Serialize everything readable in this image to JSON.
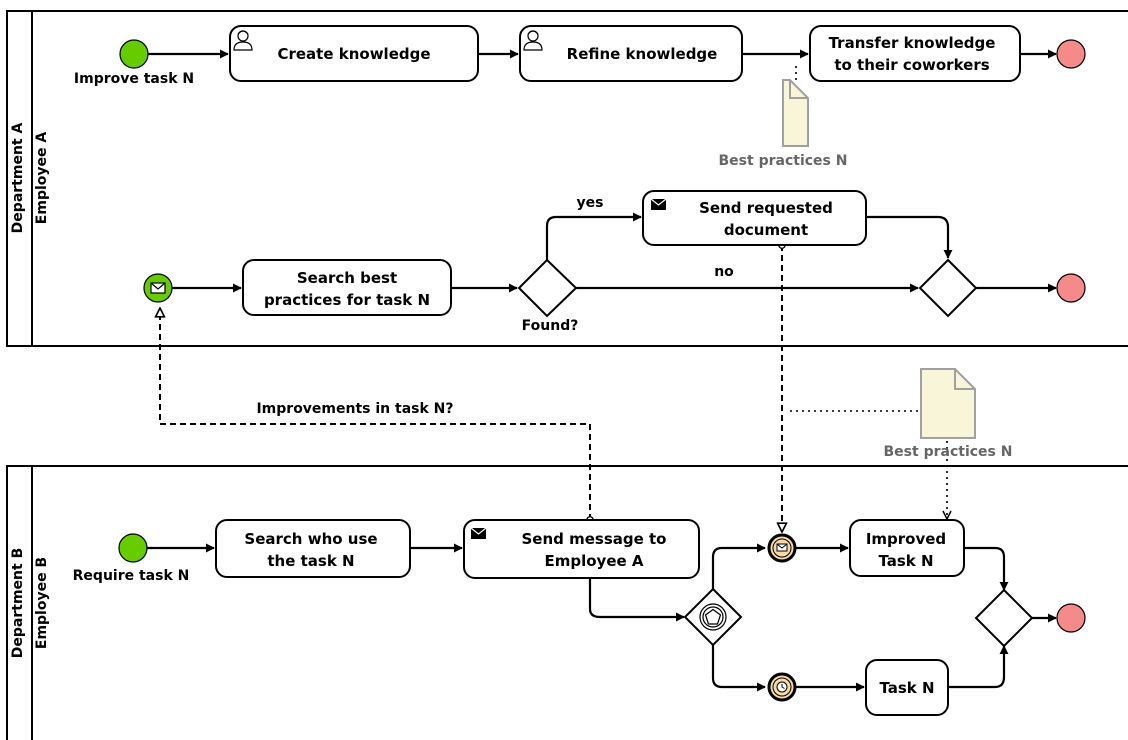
{
  "pools": [
    {
      "label": "Department A",
      "lane": "Employee A"
    },
    {
      "label": "Department B",
      "lane": "Employee B"
    }
  ],
  "events": {
    "start_a_label": "Improve task N",
    "start_b_label": "Require task N"
  },
  "tasks": {
    "create_knowledge": [
      "Create knowledge"
    ],
    "refine_knowledge": [
      "Refine knowledge"
    ],
    "transfer_knowledge": [
      "Transfer knowledge",
      "to their coworkers"
    ],
    "send_requested_document": [
      "Send requested",
      "document"
    ],
    "search_best_practices": [
      "Search best",
      "practices for task N"
    ],
    "search_who_use": [
      "Search who use",
      "the task N"
    ],
    "send_message": [
      "Send message to",
      "Employee A"
    ],
    "improved_task": [
      "Improved",
      "Task N"
    ],
    "task_n": [
      "Task N"
    ]
  },
  "gateways": {
    "found_label": "Found?",
    "yes_label": "yes",
    "no_label": "no"
  },
  "data_objects": {
    "top": "Best practices N",
    "middle": "Best practices N"
  },
  "message_flow_label": "Improvements in task N?",
  "colors": {
    "start": "#66cc00",
    "end": "#f58a8a",
    "data_object_fill": "#f8f5d8",
    "data_object_stroke": "#a0a0a0",
    "intermediate_fill": "#f5d9a8"
  }
}
